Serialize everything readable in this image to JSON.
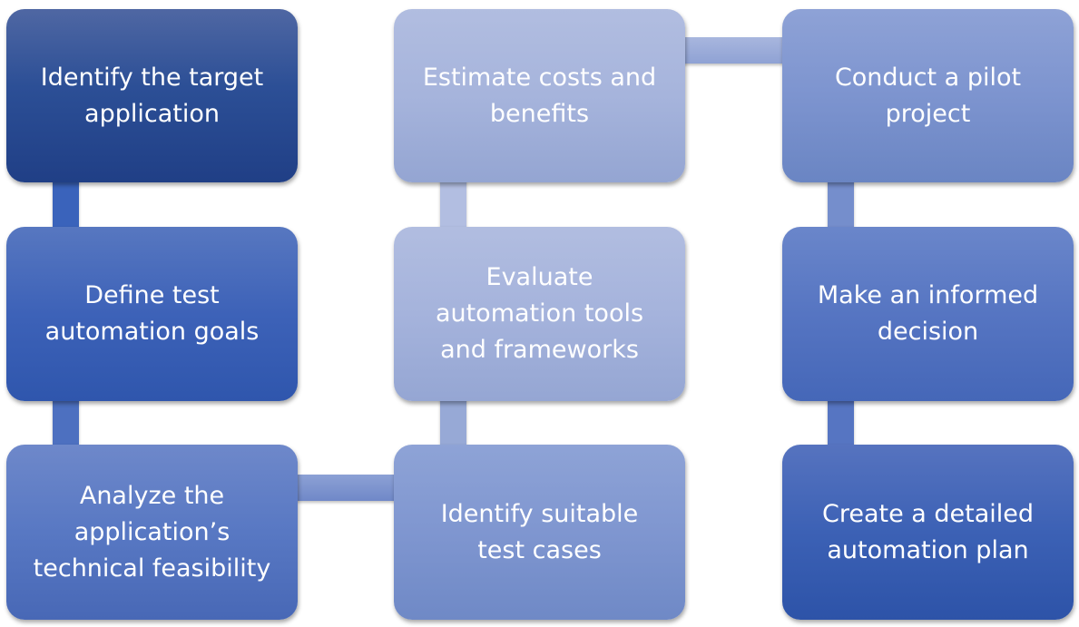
{
  "diagram": {
    "type": "process-flow",
    "steps": [
      {
        "order": 1,
        "label": "Identify the target\napplication",
        "color": "#2c4f96"
      },
      {
        "order": 2,
        "label": "Define test\nautomation goals",
        "color": "#3d62b8"
      },
      {
        "order": 3,
        "label": "Analyze the\napplication’s\ntechnical feasibility",
        "color": "#5878c3"
      },
      {
        "order": 4,
        "label": "Identify suitable\ntest cases",
        "color": "#7f96d0"
      },
      {
        "order": 5,
        "label": "Evaluate\nautomation tools\nand frameworks",
        "color": "#a5b3dc"
      },
      {
        "order": 6,
        "label": "Estimate costs and\nbenefits",
        "color": "#a6b4dc"
      },
      {
        "order": 7,
        "label": "Conduct a pilot\nproject",
        "color": "#7d94cf"
      },
      {
        "order": 8,
        "label": "Make an informed\ndecision",
        "color": "#5675c2"
      },
      {
        "order": 9,
        "label": "Create a detailed\nautomation plan",
        "color": "#3c61b5"
      }
    ],
    "connections": [
      {
        "from": 1,
        "to": 2
      },
      {
        "from": 2,
        "to": 3
      },
      {
        "from": 3,
        "to": 4
      },
      {
        "from": 4,
        "to": 5
      },
      {
        "from": 5,
        "to": 6
      },
      {
        "from": 6,
        "to": 7
      },
      {
        "from": 7,
        "to": 8
      },
      {
        "from": 8,
        "to": 9
      }
    ]
  }
}
